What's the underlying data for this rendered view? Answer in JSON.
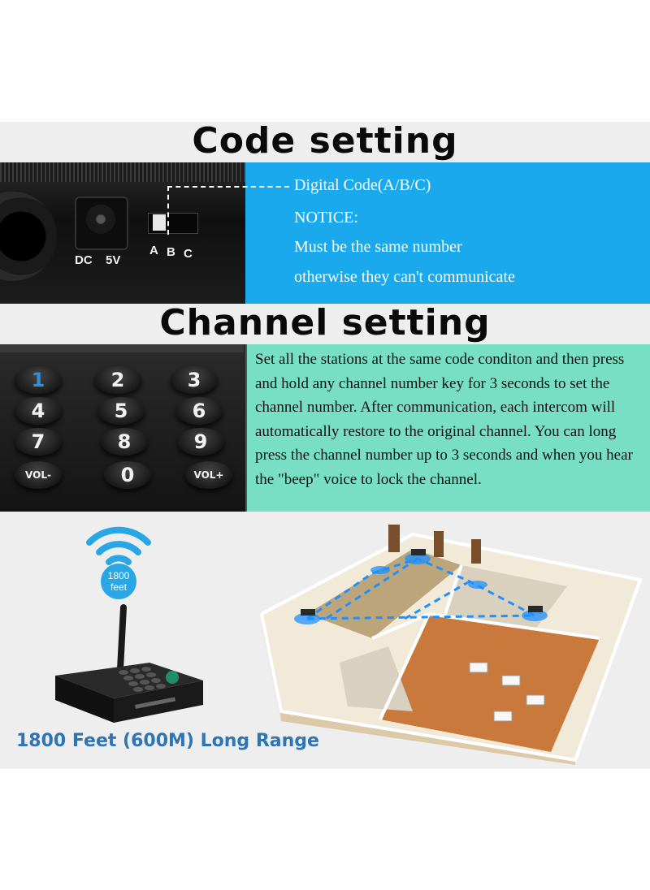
{
  "headings": {
    "code": "Code setting",
    "channel": "Channel setting"
  },
  "code_section": {
    "labels": {
      "dc": "DC",
      "volt": "5V",
      "a": "A",
      "b": "B",
      "c": "C"
    },
    "lines": [
      "Digital Code(A/B/C)",
      "NOTICE:",
      "Must be the same number",
      "otherwise they  can't communicate"
    ],
    "colors": {
      "panel": "#1ba9ee"
    }
  },
  "keypad": {
    "keys": [
      "1",
      "2",
      "3",
      "4",
      "5",
      "6",
      "7",
      "8",
      "9",
      "VOL-",
      "0",
      "VOL+"
    ]
  },
  "channel_section": {
    "text": "Set all the stations at the same code conditon and then press and hold any channel number key for 3 seconds to set the channel number. After communication, each intercom will automatically restore to the original channel. You can long press the channel number up to 3 seconds and when you hear the \"beep\" voice to lock the channel.",
    "colors": {
      "panel": "#79dfc4"
    }
  },
  "range_section": {
    "badge_value": "1800",
    "badge_unit": "feet",
    "caption": "1800 Feet (600M) Long Range",
    "colors": {
      "caption": "#2e75b6",
      "signal": "#29a6e6"
    }
  },
  "icons": [
    "wifi-signal-icon",
    "intercom-base-unit",
    "office-floorplan"
  ]
}
